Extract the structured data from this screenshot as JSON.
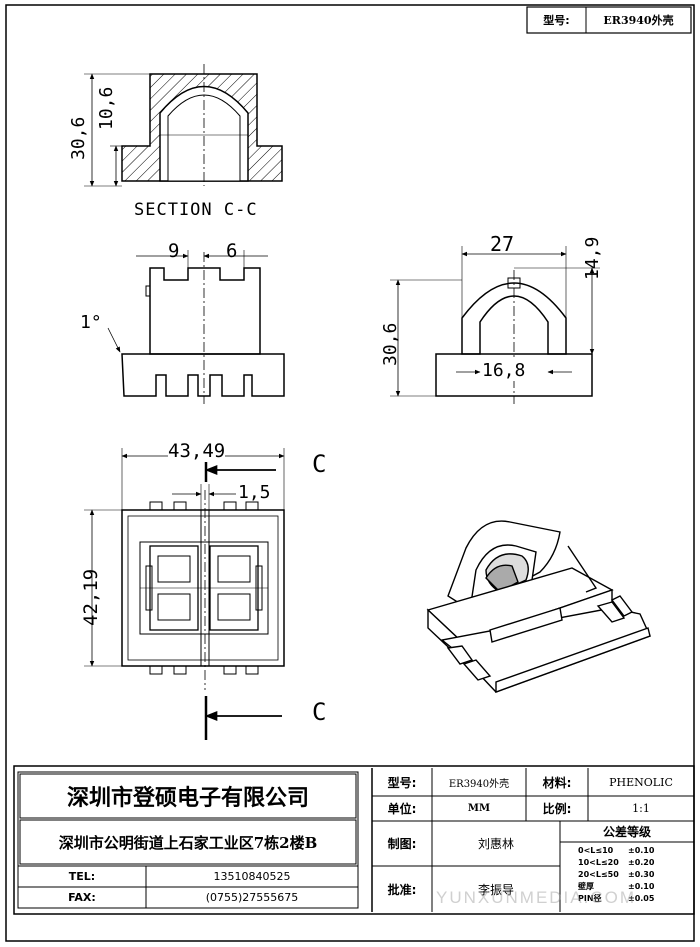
{
  "header": {
    "model_label": "型号:",
    "model_value": "ER3940外壳"
  },
  "drawing": {
    "section_title": "SECTION C-C",
    "dims": {
      "d_30_6_a": "30,6",
      "d_10_6": "10,6",
      "d_9": "9",
      "d_6": "6",
      "angle": "1°",
      "d_27": "27",
      "d_14_9": "14,9",
      "d_30_6_b": "30,6",
      "d_16_8": "16,8",
      "d_43_49": "43,49",
      "d_1_5": "1,5",
      "d_42_19": "42,19"
    },
    "section_marks": {
      "top": "C",
      "bottom": "C"
    }
  },
  "company": {
    "name": "深圳市登硕电子有限公司",
    "address": "深圳市公明街道上石家工业区7栋2楼B",
    "tel_label": "TEL:",
    "tel": "13510840525",
    "fax_label": "FAX:",
    "fax": "(0755)27555675"
  },
  "titleblock": {
    "model_label": "型号:",
    "model_value": "ER3940外壳",
    "material_label": "材料:",
    "material_value": "PHENOLIC",
    "unit_label": "单位:",
    "unit_value": "MM",
    "scale_label": "比例:",
    "scale_value": "1:1",
    "drawn_label": "制图:",
    "drawn_value": "刘惠林",
    "approved_label": "批准:",
    "approved_value": "李振导",
    "tolerance_title": "公差等级",
    "tolerances": [
      {
        "range": "0<L≤10",
        "value": "±0.10"
      },
      {
        "range": "10<L≤20",
        "value": "±0.20"
      },
      {
        "range": "20<L≤50",
        "value": "±0.30"
      },
      {
        "range": "壁厚",
        "value": "±0.10"
      },
      {
        "range": "PIN径",
        "value": "±0.05"
      }
    ]
  },
  "watermark": "YUNXUNMEDIA.COM"
}
